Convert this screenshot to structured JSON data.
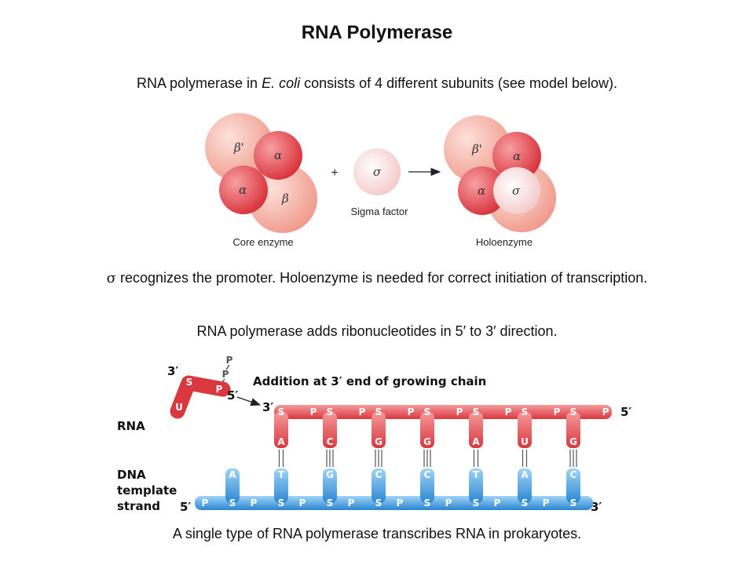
{
  "title": "RNA Polymerase",
  "line1": {
    "before": "RNA polymerase in ",
    "italic": "E. coli",
    "after": "  consists of 4 different subunits (see model below)."
  },
  "figure_top": {
    "core_subunits": [
      "β'",
      "α",
      "α",
      "β"
    ],
    "plus": "+",
    "sigma_symbol": "σ",
    "core_label": "Core enzyme",
    "sigma_label": "Sigma factor",
    "holo_subunits": [
      "β'",
      "α",
      "α",
      "σ"
    ],
    "holo_label": "Holoenzyme",
    "colors": {
      "light_red": "#f6b2a6",
      "red": "#e8434b",
      "sigma_pale": "#fbe3e3"
    }
  },
  "line2": {
    "symbol": "σ",
    "text": "  recognizes the promoter.  Holoenzyme is needed for correct initiation of transcription."
  },
  "line3": "RNA polymerase adds ribonucleotides in 5′ to 3′ direction.",
  "figure_bottom": {
    "incoming": {
      "p1": "P",
      "p2": "P",
      "s": "S",
      "p3": "P",
      "base": "U",
      "three_prime": "3′",
      "five_prime": "5′"
    },
    "addition_label": "Addition at 3′ end of growing chain",
    "rna_label": "RNA",
    "rna_three_prime": "3′",
    "rna_five_prime": "5′",
    "rna_bases": [
      "A",
      "C",
      "G",
      "G",
      "A",
      "U",
      "G"
    ],
    "dna_label": [
      "DNA",
      "template",
      "strand"
    ],
    "dna_five_prime": "5′",
    "dna_three_prime": "3′",
    "dna_bases": [
      "A",
      "T",
      "G",
      "C",
      "C",
      "T",
      "A",
      "C"
    ],
    "sugar": "S",
    "phosphate": "P",
    "colors": {
      "rna": "#e8555a",
      "dna": "#3c9de0"
    }
  },
  "line4": "A single type of RNA polymerase transcribes RNA in prokaryotes."
}
